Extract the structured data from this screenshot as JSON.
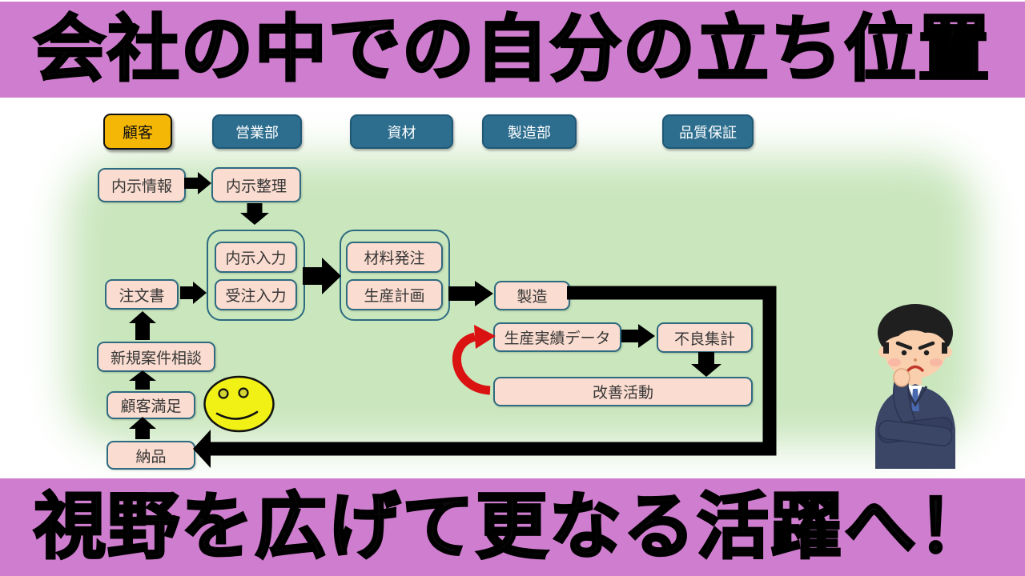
{
  "banners": {
    "top": "会社の中での自分の立ち位置",
    "bottom": "視野を広げて更なる活躍へ！"
  },
  "departments": [
    {
      "label": "顧客",
      "highlight": true
    },
    {
      "label": "営業部",
      "highlight": false
    },
    {
      "label": "資材",
      "highlight": false
    },
    {
      "label": "製造部",
      "highlight": false
    },
    {
      "label": "品質保証",
      "highlight": false
    }
  ],
  "flow": {
    "naiji_joho": "内示情報",
    "naiji_seiri": "内示整理",
    "naiji_nyuryoku": "内示入力",
    "juchu_nyuryoku": "受注入力",
    "chumonsho": "注文書",
    "zairyo_hacchu": "材料発注",
    "seisan_keikaku": "生産計画",
    "seizo": "製造",
    "seisan_jisseki": "生産実績データ",
    "furyo_shukei": "不良集計",
    "kaizen_katsudo": "改善活動",
    "shinki_anken_sodan": "新規案件相談",
    "kokyaku_manzoku": "顧客満足",
    "nohin": "納品"
  },
  "icons": {
    "smiley": "smiley-face",
    "person": "thinking-businessman"
  },
  "colors": {
    "banner_pink": "#cf7dcf",
    "header_teal": "#2d6e8e",
    "customer_orange": "#f5b705",
    "box_peach": "#fadcd0",
    "box_border": "#2e6b80",
    "diagram_green": "#c9e6bd",
    "arrow_black": "#000000",
    "loop_red": "#db1212",
    "smiley_yellow": "#f1f116"
  }
}
